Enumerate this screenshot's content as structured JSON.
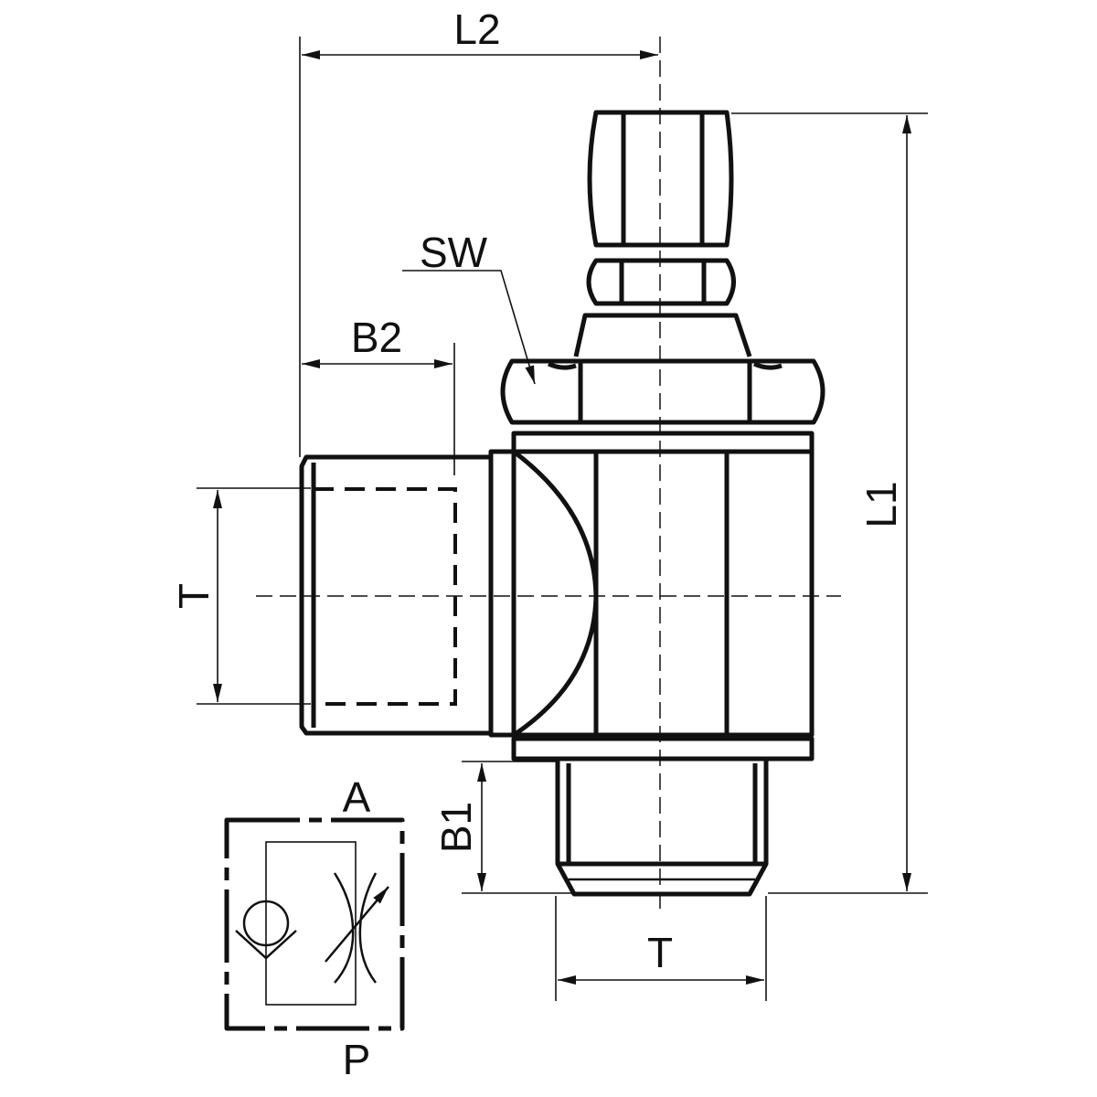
{
  "labels": {
    "l2": "L2",
    "sw": "SW",
    "b2": "B2",
    "t_side": "T",
    "l1": "L1",
    "b1": "B1",
    "t_bottom": "T",
    "port_a": "A",
    "port_p": "P"
  }
}
